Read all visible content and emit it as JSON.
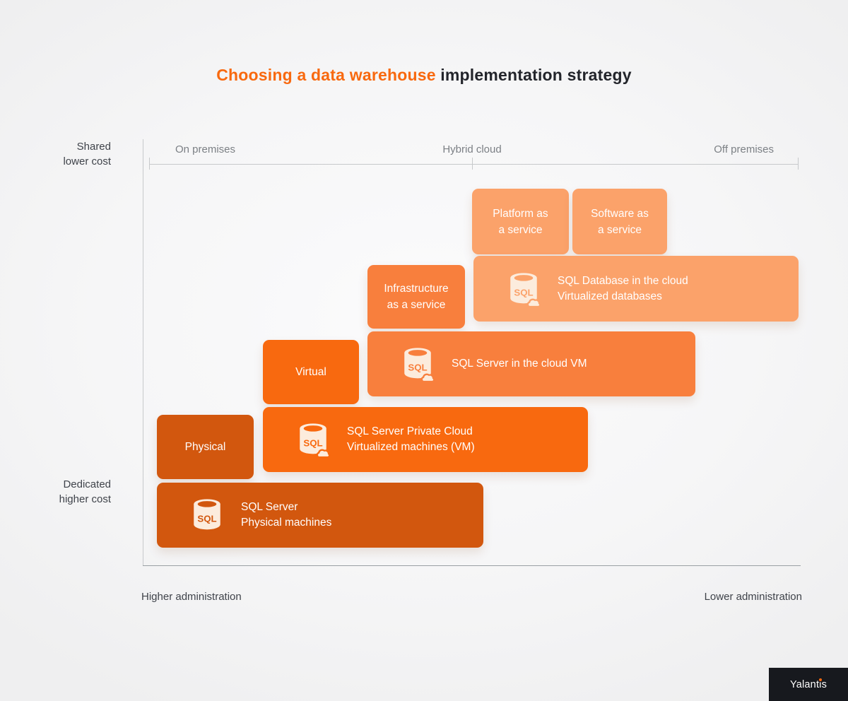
{
  "title": {
    "accent": "Choosing a data warehouse",
    "rest": " implementation strategy"
  },
  "colors": {
    "title_accent": "#f8690f",
    "title_text": "#23252b",
    "tier_physical": "#d2570e",
    "tier_virtual": "#f8690f",
    "tier_infrastructure": "#f87f3d",
    "tier_cloud": "#fba26a",
    "axis_line": "#c7c9cb",
    "axis_line_strong": "#9aa0a4",
    "axis_text_muted": "#7c8085",
    "axis_text_dark": "#3f434a",
    "icon_cream": "#fcecdd",
    "badge_bg": "#17191e",
    "badge_text": "#ffffff",
    "brand_dot": "#f8690f"
  },
  "axis": {
    "top": {
      "on_premises": "On premises",
      "hybrid_cloud": "Hybrid cloud",
      "off_premises": "Off premises"
    },
    "left_top": {
      "line1": "Shared",
      "line2": "lower cost"
    },
    "left_bottom": {
      "line1": "Dedicated",
      "line2": "higher cost"
    },
    "bottom_left": "Higher administration",
    "bottom_right": "Lower administration"
  },
  "boxes": {
    "platform": {
      "line1": "Platform as",
      "line2": "a service"
    },
    "software": {
      "line1": "Software as",
      "line2": "a service"
    },
    "infrastructure": {
      "line1": "Infrastructure",
      "line2": "as a service"
    },
    "sql_database": {
      "line1": "SQL Database in the cloud",
      "line2": "Virtualized databases",
      "icon": "sql-database-cloud"
    },
    "virtual": {
      "line1": "Virtual"
    },
    "sql_cloud_vm": {
      "line1": "SQL Server in the cloud VM",
      "icon": "sql-database-cloud"
    },
    "physical": {
      "line1": "Physical"
    },
    "sql_private": {
      "line1": "SQL Server Private Cloud",
      "line2": "Virtualized machines (VM)",
      "icon": "sql-database-cloud"
    },
    "sql_server": {
      "line1": "SQL Server",
      "line2": "Physical machines",
      "icon": "sql-database"
    }
  },
  "icon_sql_label": "SQL",
  "brand": {
    "label": "Yalantis"
  }
}
